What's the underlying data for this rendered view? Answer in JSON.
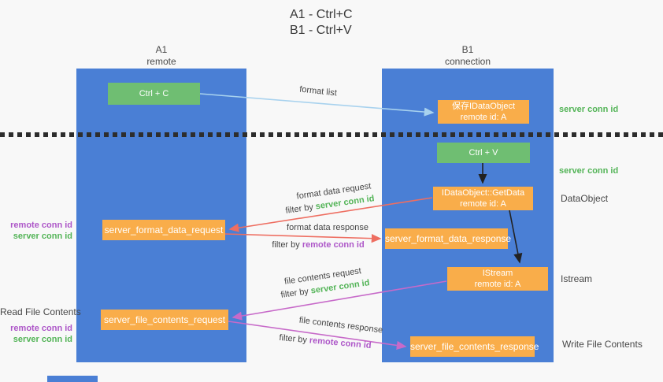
{
  "title": {
    "line1": "A1 - Ctrl+C",
    "line2": "B1 - Ctrl+V"
  },
  "lanes": {
    "left": {
      "name": "A1",
      "role": "remote"
    },
    "right": {
      "name": "B1",
      "role": "connection"
    }
  },
  "boxes": {
    "ctrl_c": {
      "label": "Ctrl + C"
    },
    "ctrl_v": {
      "label": "Ctrl + V"
    },
    "save_dataobject": {
      "line1": "保存IDataObject",
      "line2": "remote id: A"
    },
    "getdata": {
      "line1": "IDataObject::GetData",
      "line2": "remote id: A"
    },
    "istream": {
      "line1": "IStream",
      "line2": "remote id: A"
    },
    "server_format_data_request": {
      "label": "server_format_data_request"
    },
    "server_format_data_response": {
      "label": "server_format_data_response"
    },
    "server_file_contents_request": {
      "label": "server_file_contents_request"
    },
    "server_file_contents_response": {
      "label": "server_file_contents_response"
    }
  },
  "arrow_labels": {
    "format_list": "format list",
    "format_data_request": "format data request",
    "format_data_response": "format data response",
    "file_contents_request": "file contents request",
    "file_contents_response": "file contents response",
    "filter_by": "filter by",
    "server_conn_id": "server conn id",
    "remote_conn_id": "remote conn id"
  },
  "side_labels": {
    "right_server_conn_id_top": "server conn id",
    "right_server_conn_id_mid": "server conn id",
    "dataobject": "DataObject",
    "istream": "Istream",
    "write_file_contents": "Write File Contents",
    "left_remote_conn_id_top": "remote conn id",
    "left_server_conn_id_top": "server conn id",
    "read_file_contents": "Read File Contents",
    "left_remote_conn_id_bottom": "remote conn id",
    "left_server_conn_id_bottom": "server conn id"
  },
  "colors": {
    "lane_blue": "#4a7fd5",
    "box_green": "#6fbe72",
    "box_orange": "#f9ad4a",
    "accent_green": "#53b457",
    "accent_purple": "#ad56c8",
    "arrow_red": "#ee6e61",
    "arrow_magenta": "#c76ac9",
    "arrow_light_blue": "#a8d2ee",
    "arrow_black": "#222222",
    "text_dark": "#4a4a4a",
    "background": "#f8f8f8"
  }
}
